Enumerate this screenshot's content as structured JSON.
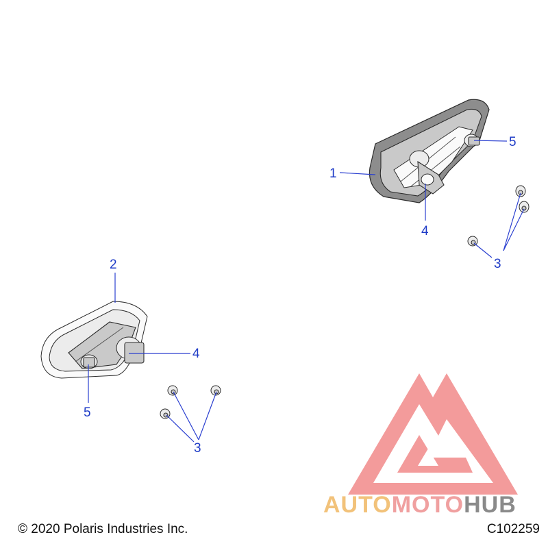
{
  "diagram": {
    "callouts": {
      "upper_lamp_label": "1",
      "upper_bulb_socket_label": "4",
      "upper_wedge_bulb_label": "5",
      "upper_nuts_label": "3",
      "lower_lamp_label": "2",
      "lower_bulb_socket_label": "4",
      "lower_wedge_bulb_label": "5",
      "lower_nuts_label": "3"
    },
    "colors": {
      "callout": "#1f3cc7",
      "logo_triangle": "#f08080",
      "logo_auto": "#f2c27a",
      "logo_moto": "#f0a0a0",
      "logo_hub": "#8a8a8a"
    }
  },
  "watermark": {
    "part1": "AUTO",
    "part2": "MOTO",
    "part3": "HUB"
  },
  "footer": {
    "copyright": "© 2020 Polaris Industries Inc.",
    "drawing_id": "C102259"
  }
}
